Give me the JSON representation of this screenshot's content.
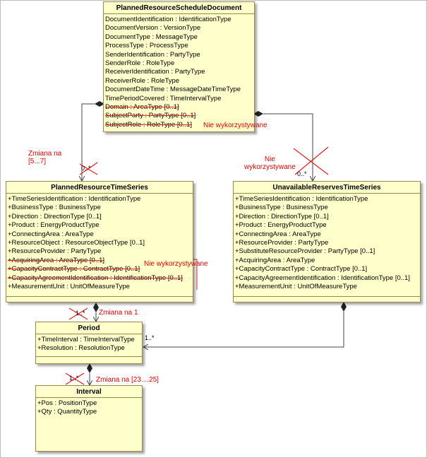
{
  "classes": {
    "doc": {
      "name": "PlannedResourceScheduleDocument",
      "attributes": [
        {
          "text": "DocumentIdentification : IdentificationType",
          "struck": false
        },
        {
          "text": "DocumentVersion : VersionType",
          "struck": false
        },
        {
          "text": "DocumentType : MessageType",
          "struck": false
        },
        {
          "text": "ProcessType : ProcessType",
          "struck": false
        },
        {
          "text": "SenderIdentification : PartyType",
          "struck": false
        },
        {
          "text": "SenderRole : RoleType",
          "struck": false
        },
        {
          "text": "ReceiverIdentification : PartyType",
          "struck": false
        },
        {
          "text": "ReceiverRole : RoleType",
          "struck": false
        },
        {
          "text": "DocumentDateTime : MessageDateTimeType",
          "struck": false
        },
        {
          "text": "TimePeriodCovered : TimeIntervalType",
          "struck": false
        },
        {
          "text": "Domain : AreaType [0..1]",
          "struck": true
        },
        {
          "text": "SubjectParty : PartyType [0..1]",
          "struck": true
        },
        {
          "text": "SubjectRole : RoleType [0..1]",
          "struck": true
        }
      ]
    },
    "prts": {
      "name": "PlannedResourceTimeSeries",
      "attributes": [
        {
          "text": "+TimeSeriesIdentification : IdentificationType",
          "struck": false
        },
        {
          "text": "+BusinessType : BusinessType",
          "struck": false
        },
        {
          "text": "+Direction : DirectionType [0..1]",
          "struck": false
        },
        {
          "text": "+Product : EnergyProductType",
          "struck": false
        },
        {
          "text": "+ConnectingArea : AreaType",
          "struck": false
        },
        {
          "text": "+ResourceObject : ResourceObjectType [0..1]",
          "struck": false
        },
        {
          "text": "+ResourceProvider : PartyType",
          "struck": false
        },
        {
          "text": "+AcquiringArea : AreaType [0..1]",
          "struck": true
        },
        {
          "text": "+CapacityContractType : ContractType [0..1]",
          "struck": true
        },
        {
          "text": "+CapacityAgreementIdentification : IdentificationType [0..1]",
          "struck": true
        },
        {
          "text": "+MeasurementUnit : UnitOfMeasureType",
          "struck": false
        }
      ]
    },
    "urts": {
      "name": "UnavailableReservesTimeSeries",
      "attributes": [
        {
          "text": "+TimeSeriesIdentification : IdentificationType",
          "struck": false
        },
        {
          "text": "+BusinessType : BusinessType",
          "struck": false
        },
        {
          "text": "+Direction : DirectionType [0..1]",
          "struck": false
        },
        {
          "text": "+Product : EnergyProductType",
          "struck": false
        },
        {
          "text": "+ConnectingArea : AreaType",
          "struck": false
        },
        {
          "text": "+ResourceProvider : PartyType",
          "struck": false
        },
        {
          "text": "+SubstituteResourceProvider : PartyType [0..1]",
          "struck": false
        },
        {
          "text": "+AcquiringArea : AreaType",
          "struck": false
        },
        {
          "text": "+CapacityContractType : ContractType [0..1]",
          "struck": false
        },
        {
          "text": "+CapacityAgreementIdentification : IdentificationType [0..1]",
          "struck": false
        },
        {
          "text": "+MeasurementUnit : UnitOfMeasureType",
          "struck": false
        }
      ]
    },
    "period": {
      "name": "Period",
      "attributes": [
        {
          "text": "+TimeInterval : TimeIntervalType",
          "struck": false
        },
        {
          "text": "+Resolution : ResolutionType",
          "struck": false
        }
      ]
    },
    "interval": {
      "name": "Interval",
      "attributes": [
        {
          "text": "+Pos : PositionType",
          "struck": false
        },
        {
          "text": "+Qty : QuantityType",
          "struck": false
        }
      ]
    }
  },
  "notes": {
    "doc_unused": "Nie wykorzystywane",
    "change_ts": "Zmiana na\n[5...7]",
    "unused_ts": "Nie\nwykorzystywane",
    "prts_unused": "Nie wykorzystywane",
    "change_period": "Zmiana na 1",
    "change_interval": "Zmiana na [23....25]"
  },
  "multiplicities": {
    "doc_to_prts": "0..*",
    "doc_to_urts": "0..*",
    "prts_to_period": "1..*",
    "urts_to_period": "1..*",
    "period_to_interval": "1..*"
  },
  "colors": {
    "class_fill": "#ffffcc",
    "class_border": "#9a8a4a",
    "note_red": "#e00000"
  }
}
